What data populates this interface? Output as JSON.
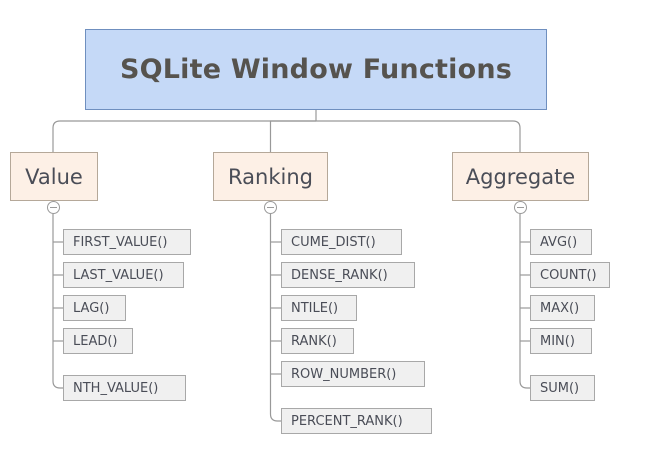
{
  "diagram": {
    "type": "mind-map-tree",
    "background_color": "#ffffff",
    "root": {
      "label": "SQLite Window Functions",
      "fill_color": "#c5d9f7",
      "border_color": "#6f8fbf",
      "text_color": "#56534e"
    },
    "connector_color": "#999999",
    "branches": [
      {
        "id": "value",
        "label": "Value",
        "fill_color": "#fdf0e6",
        "border_color": "#b5a899",
        "toggle_icon": "minus-circle-icon",
        "toggle_state": "expanded",
        "children": [
          {
            "label": "FIRST_VALUE()",
            "width": 128
          },
          {
            "label": "LAST_VALUE()",
            "width": 121
          },
          {
            "label": "LAG()",
            "width": 63
          },
          {
            "label": "LEAD()",
            "width": 70
          },
          {
            "label": "NTH_VALUE()",
            "width": 123
          }
        ]
      },
      {
        "id": "ranking",
        "label": "Ranking",
        "fill_color": "#fdf0e6",
        "border_color": "#b5a899",
        "toggle_icon": "minus-circle-icon",
        "toggle_state": "expanded",
        "children": [
          {
            "label": "CUME_DIST()",
            "width": 121
          },
          {
            "label": "DENSE_RANK()",
            "width": 134
          },
          {
            "label": "NTILE()",
            "width": 76
          },
          {
            "label": "RANK()",
            "width": 73
          },
          {
            "label": "ROW_NUMBER()",
            "width": 144
          },
          {
            "label": "PERCENT_RANK()",
            "width": 151
          }
        ]
      },
      {
        "id": "aggregate",
        "label": "Aggregate",
        "fill_color": "#fdf0e6",
        "border_color": "#b5a899",
        "toggle_icon": "minus-circle-icon",
        "toggle_state": "expanded",
        "children": [
          {
            "label": "AVG()",
            "width": 62
          },
          {
            "label": "COUNT()",
            "width": 80
          },
          {
            "label": "MAX()",
            "width": 65
          },
          {
            "label": "MIN()",
            "width": 62
          },
          {
            "label": "SUM()",
            "width": 65
          }
        ]
      }
    ]
  }
}
